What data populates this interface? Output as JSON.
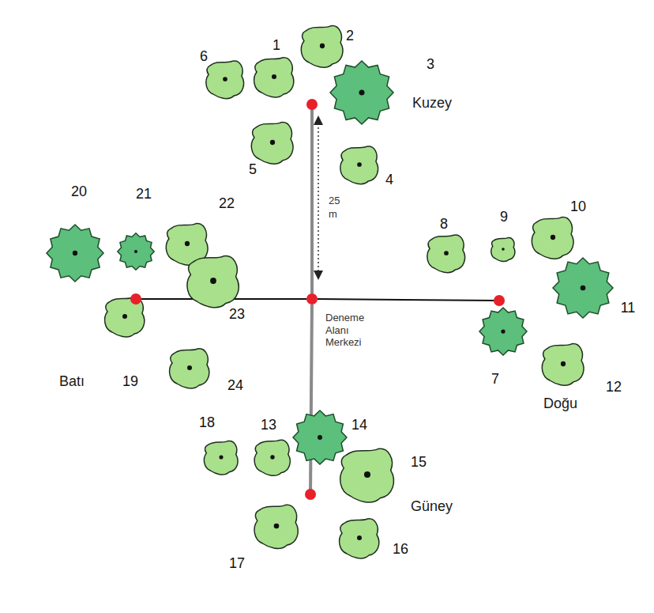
{
  "diagram": {
    "nodes": [
      {
        "text": [
          "Kuzey"
        ]
      },
      {
        "text": [
          "Batı"
        ]
      },
      {
        "text": [
          "Deneme Alanı Merkezi"
        ]
      },
      {
        "text": [
          "Doğu"
        ]
      },
      {
        "text": [
          "Güney"
        ]
      }
    ],
    "edges": [
      {
        "from": 2,
        "to": 0,
        "arrow": "none"
      },
      {
        "from": 2,
        "to": 1,
        "arrow": "none"
      },
      {
        "from": 2,
        "to": 3,
        "arrow": "none"
      },
      {
        "from": 2,
        "to": 4,
        "arrow": "none"
      }
    ],
    "labels": [
      "1",
      "2",
      "3",
      "4",
      "5",
      "6",
      "7",
      "8",
      "9",
      "10",
      "11",
      "12",
      "13",
      "14",
      "15",
      "16",
      "17",
      "18",
      "19",
      "20",
      "21",
      "22",
      "23",
      "24",
      "25 m"
    ]
  }
}
